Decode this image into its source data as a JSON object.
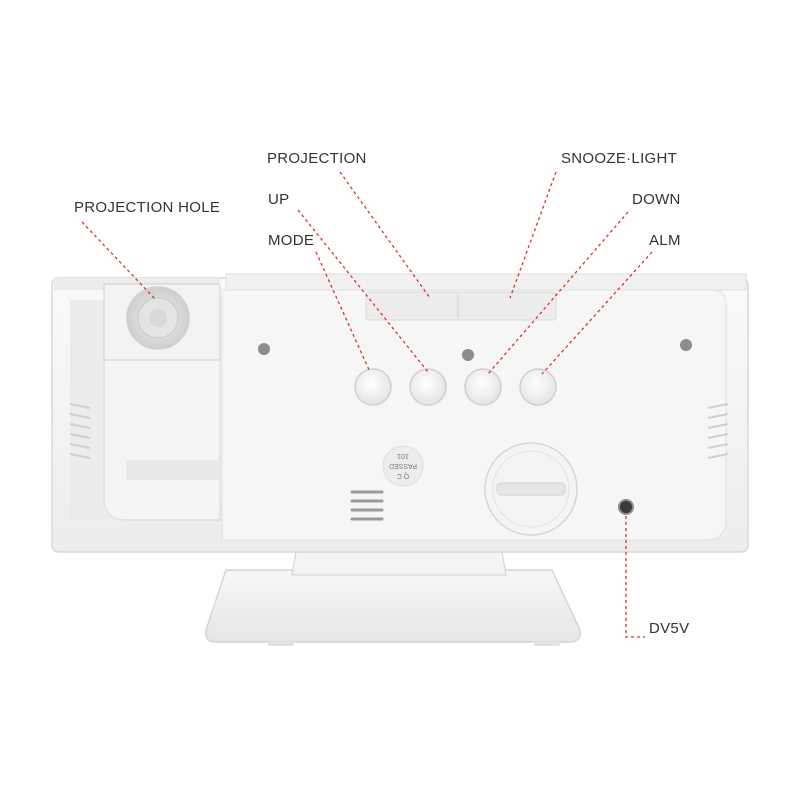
{
  "callouts": [
    {
      "id": "projection-hole",
      "label": "PROJECTION HOLE"
    },
    {
      "id": "projection",
      "label": "PROJECTION"
    },
    {
      "id": "up",
      "label": "UP"
    },
    {
      "id": "mode",
      "label": "MODE"
    },
    {
      "id": "snooze-light",
      "label": "SNOOZE·LIGHT"
    },
    {
      "id": "down",
      "label": "DOWN"
    },
    {
      "id": "alm",
      "label": "ALM"
    },
    {
      "id": "dv5v",
      "label": "DV5V"
    }
  ],
  "stamp": {
    "line1": "Q C",
    "line2": "PASSED",
    "line3": "101"
  },
  "colors": {
    "callout_line": "#d9342b",
    "device_body": "#f2f2f2",
    "device_edge": "#d8d8d8",
    "label_text": "#333333"
  }
}
